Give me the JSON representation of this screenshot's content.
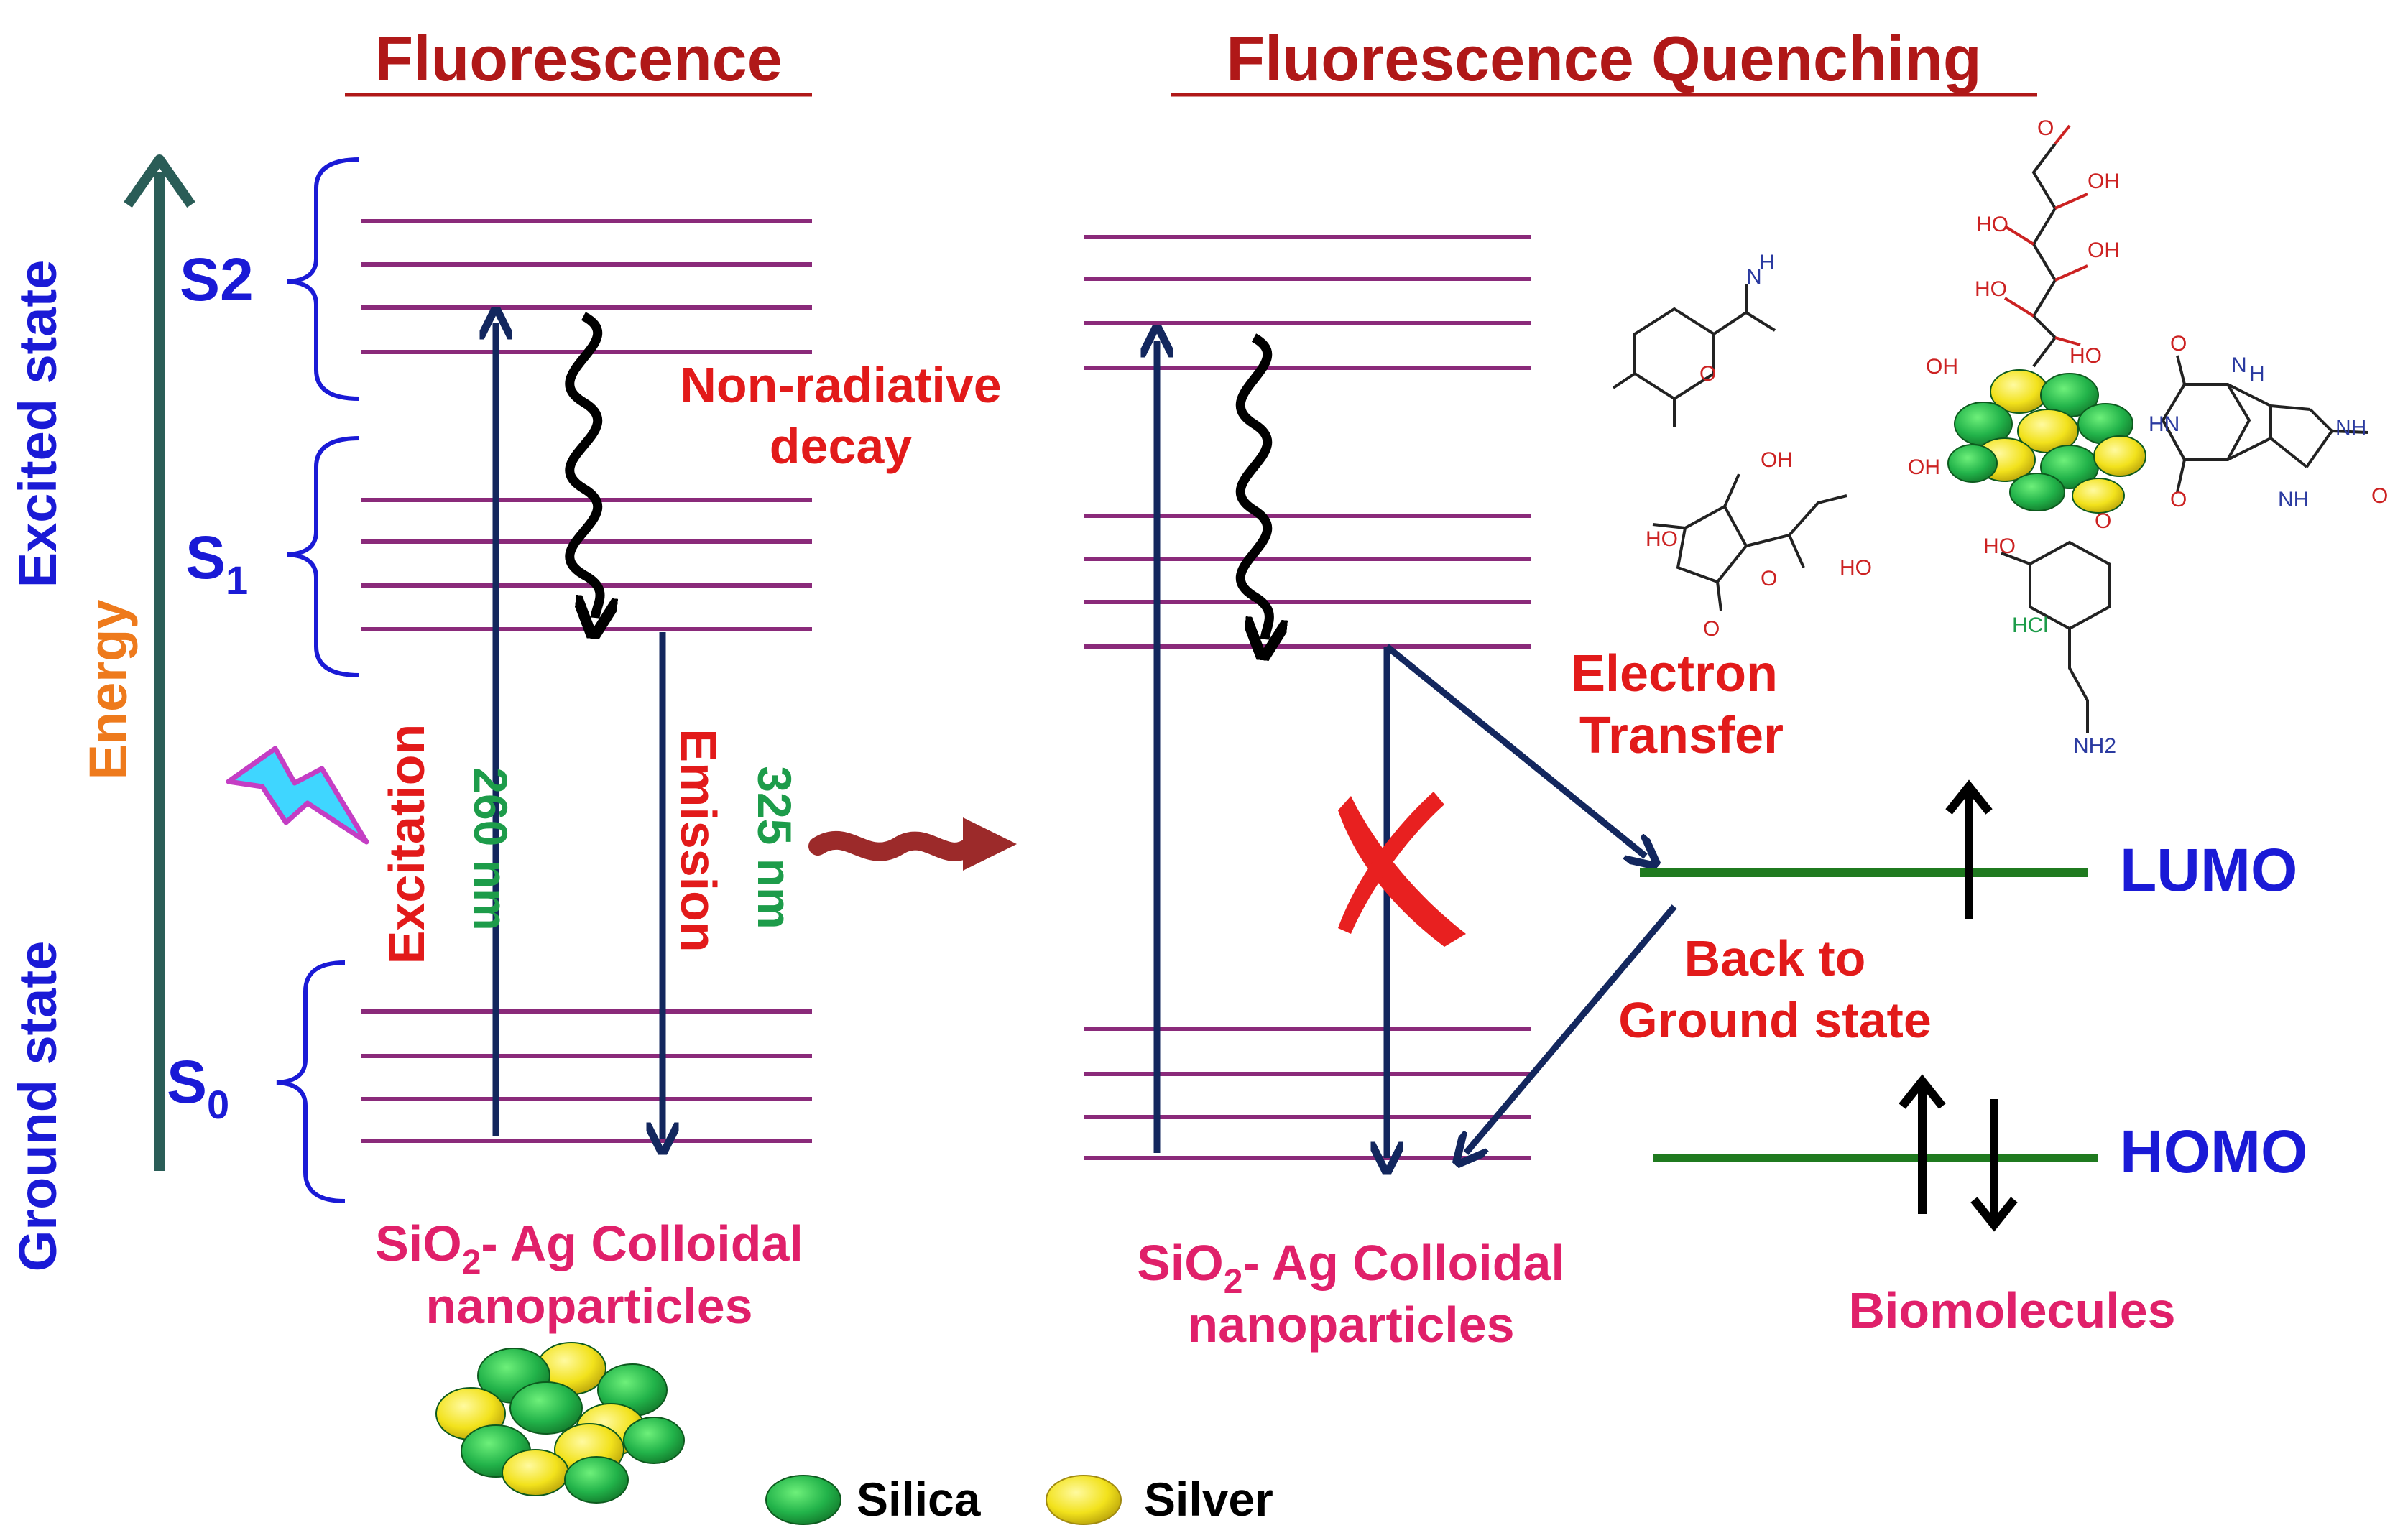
{
  "titles": {
    "left": "Fluorescence",
    "right": "Fluorescence Quenching"
  },
  "axis": {
    "energy": "Energy",
    "excited_state": "Excited state",
    "ground_state": "Ground state"
  },
  "levels": {
    "s2": "S2",
    "s1_main": "S",
    "s1_sub": "1",
    "s0_main": "S",
    "s0_sub": "0"
  },
  "transitions": {
    "excitation": "Excitation",
    "excitation_nm": "260 nm",
    "emission": "Emission",
    "emission_nm": "325 nm",
    "nonrad_line1": "Non-radiative",
    "nonrad_line2": "decay",
    "electron_line1": "Electron",
    "electron_line2": "Transfer",
    "back_line1": "Back to",
    "back_line2": "Ground state"
  },
  "orbitals": {
    "lumo": "LUMO",
    "homo": "HOMO"
  },
  "labels": {
    "np_left_a": "SiO",
    "np_left_sub": "2",
    "np_left_b": "- Ag Colloidal",
    "np_left_line2": "nanoparticles",
    "np_right_a": "SiO",
    "np_right_sub": "2",
    "np_right_b": "- Ag Colloidal",
    "np_right_line2": "nanoparticles",
    "biomolecules": "Biomolecules"
  },
  "legend": {
    "silica": "Silica",
    "silver": "Silver"
  },
  "molecule_labels": {
    "o1": "O",
    "oh1": "OH",
    "ho1": "HO",
    "oh2": "OH",
    "ho2": "HO",
    "ho3": "HO",
    "nh_ac": "N",
    "h_ac": "H",
    "o_ac": "O",
    "oh_ac": "OH",
    "oh_asc1": "OH",
    "ho_asc": "HO",
    "o_ring": "O",
    "o_asc": "O",
    "ho_asc2": "HO",
    "oh_asc2": "OH",
    "o_ur1": "O",
    "nh_ur1": "H",
    "n_ur1": "N",
    "hn_ur": "HN",
    "nh_ur2": "NH",
    "o_ur2": "O",
    "nh_ur3": "NH",
    "o_ur3": "O",
    "ho_da": "HO",
    "hcl": "HCl",
    "nh2": "NH2",
    "o_glu": "O"
  },
  "colors": {
    "title_red": "#b01818",
    "label_red": "#e21a1a",
    "blue": "#1a1ad6",
    "green_text": "#1d9c4a",
    "orange": "#ee7a1c",
    "pink": "#e0206a",
    "level_purple": "#8a2a7a",
    "arrow_navy": "#13275e",
    "orbital_green": "#1f7a1f",
    "axis_teal": "#2a5d57"
  }
}
